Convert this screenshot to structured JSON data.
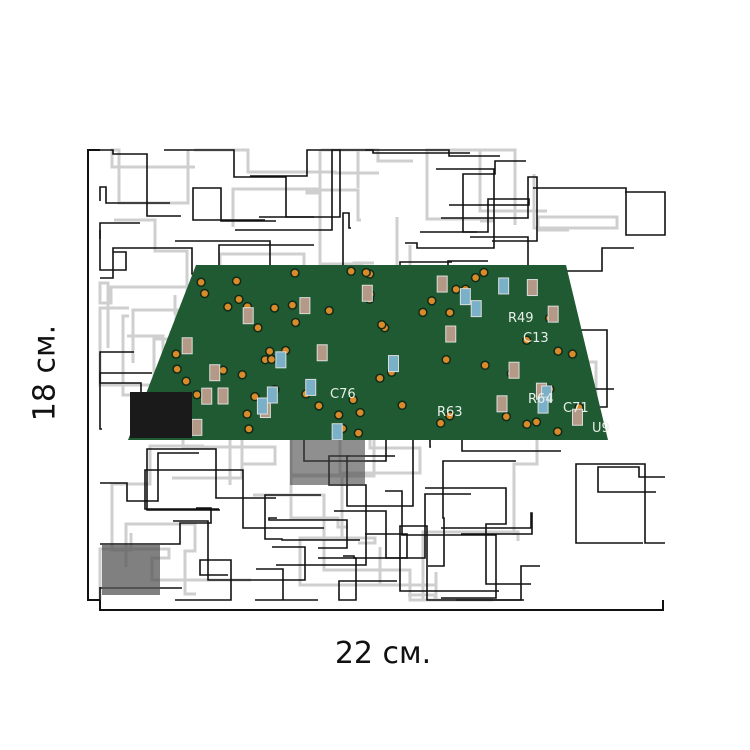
{
  "dimensions": {
    "width_label": "22 см.",
    "height_label": "18 см."
  },
  "artwork": {
    "pcb_labels": [
      "C76",
      "R63",
      "R64",
      "C71",
      "U9",
      "C13",
      "R49"
    ],
    "colors": {
      "pcb_green": "#1f5a32",
      "pad_orange": "#d98a2a",
      "trace_black": "#111111",
      "ghost_gray": "#c8c8c8"
    }
  }
}
